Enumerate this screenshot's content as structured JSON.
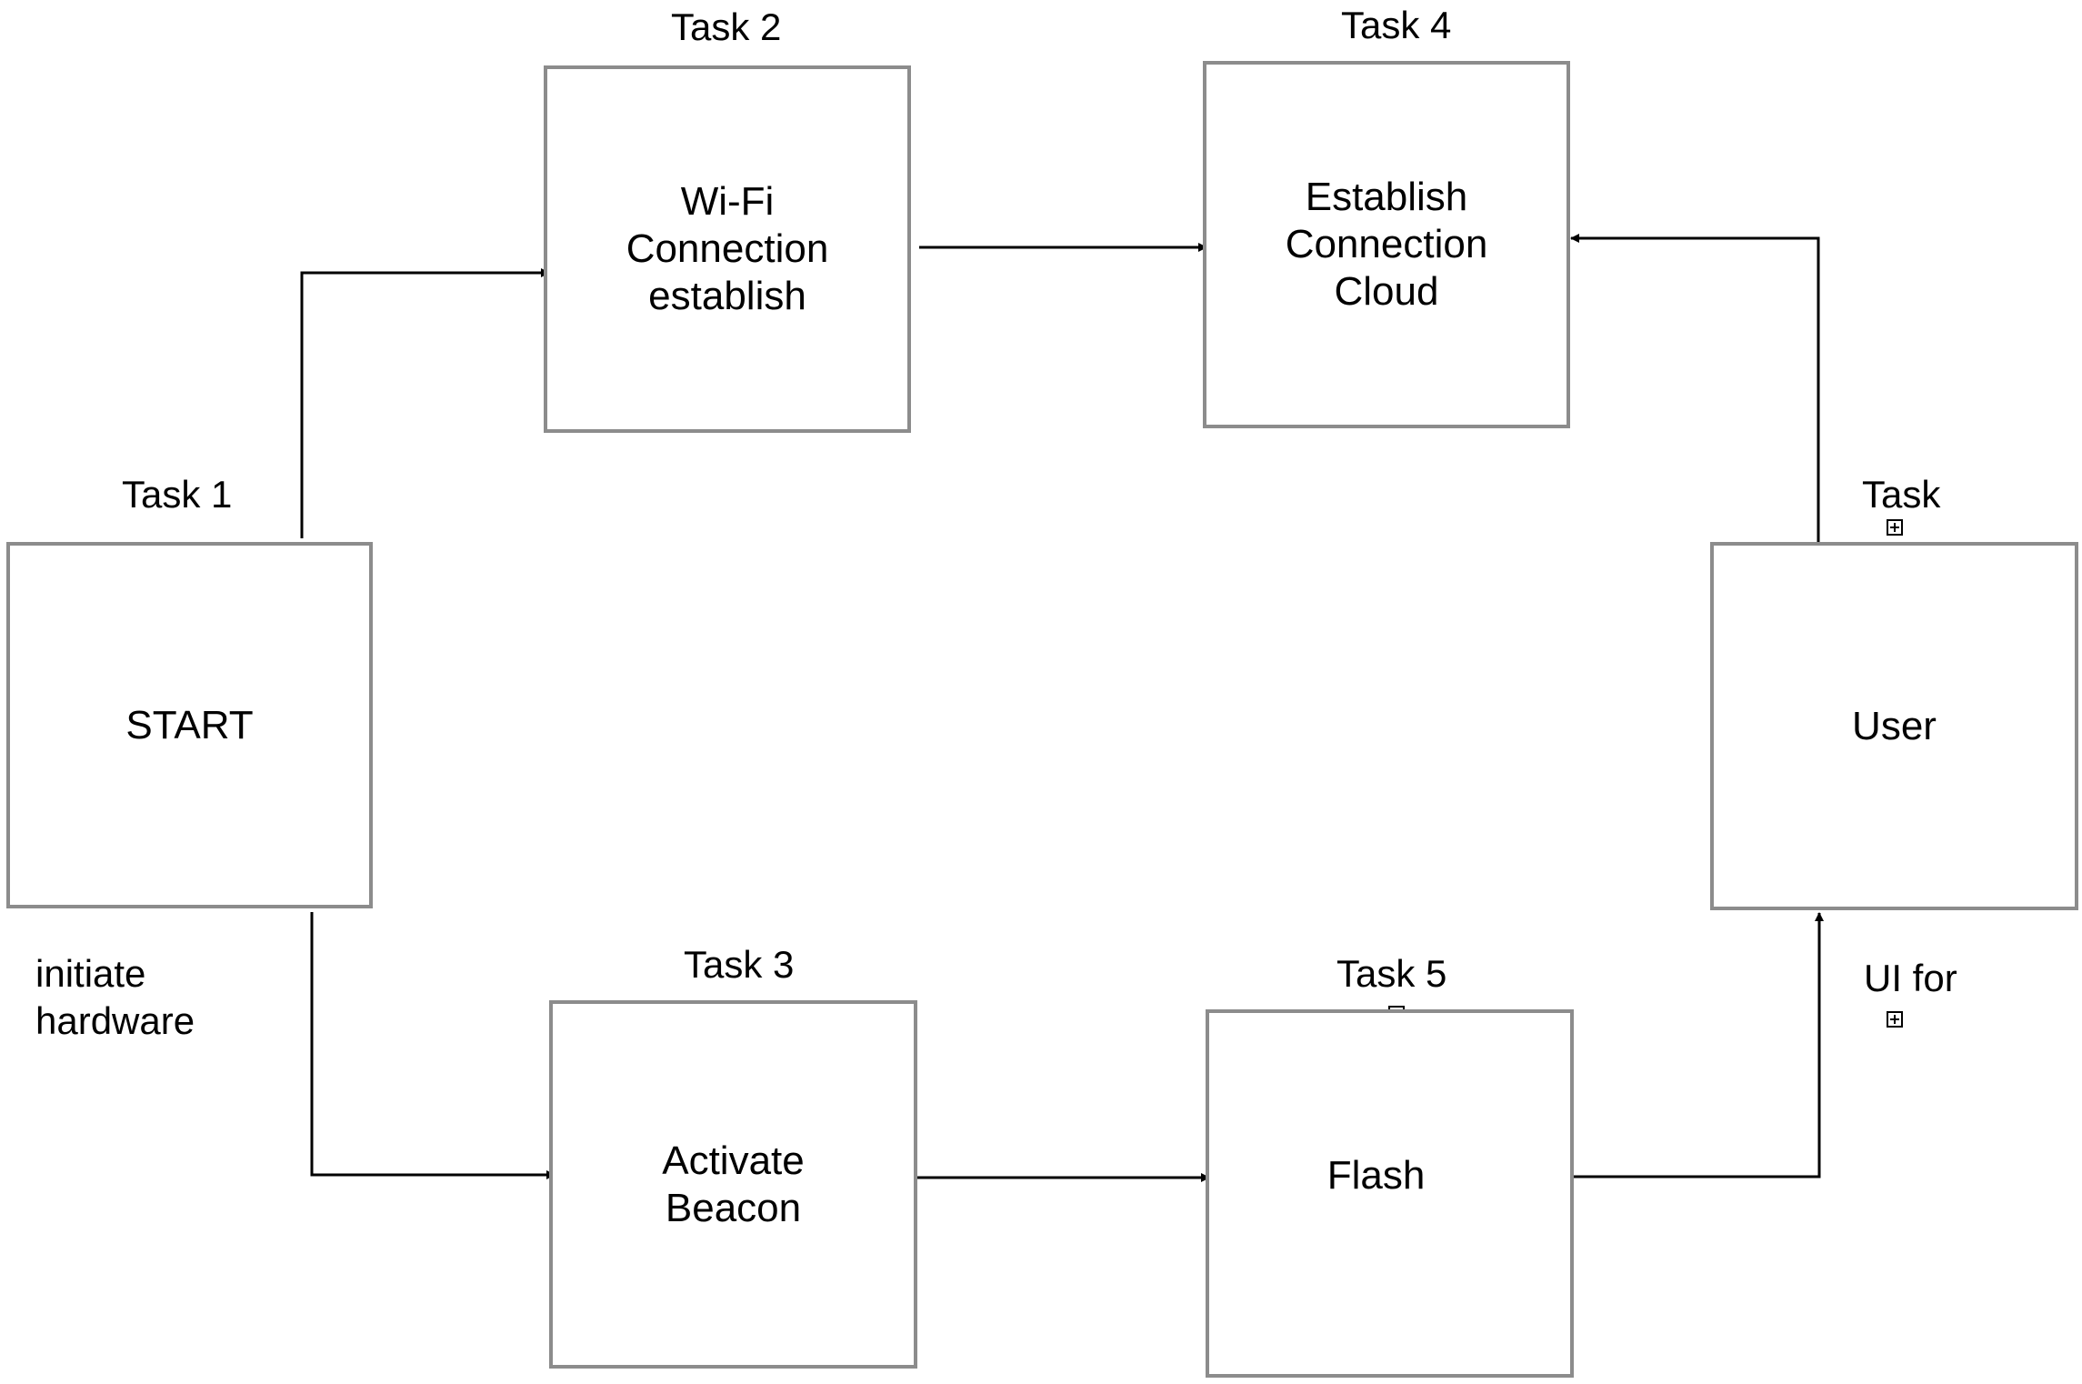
{
  "nodes": {
    "start": {
      "text": "START",
      "label": "Task 1",
      "note": "initiate\nhardware"
    },
    "wifi": {
      "text": "Wi-Fi\nConnection\nestablish",
      "label": "Task 2"
    },
    "beacon": {
      "text": "Activate\nBeacon",
      "label": "Task 3"
    },
    "cloud": {
      "text": "Establish\nConnection\nCloud",
      "label": "Task 4"
    },
    "flash": {
      "text": "Flash",
      "label": "Task 5"
    },
    "user": {
      "text": "User",
      "label": "Task",
      "note": "UI for"
    }
  },
  "edges": [
    {
      "from": "start",
      "to": "wifi"
    },
    {
      "from": "start",
      "to": "beacon"
    },
    {
      "from": "wifi",
      "to": "cloud"
    },
    {
      "from": "beacon",
      "to": "flash"
    },
    {
      "from": "flash",
      "to": "user"
    },
    {
      "from": "user",
      "to": "cloud"
    }
  ],
  "colors": {
    "box_border": "#8c8c8c",
    "connector": "#000000"
  }
}
